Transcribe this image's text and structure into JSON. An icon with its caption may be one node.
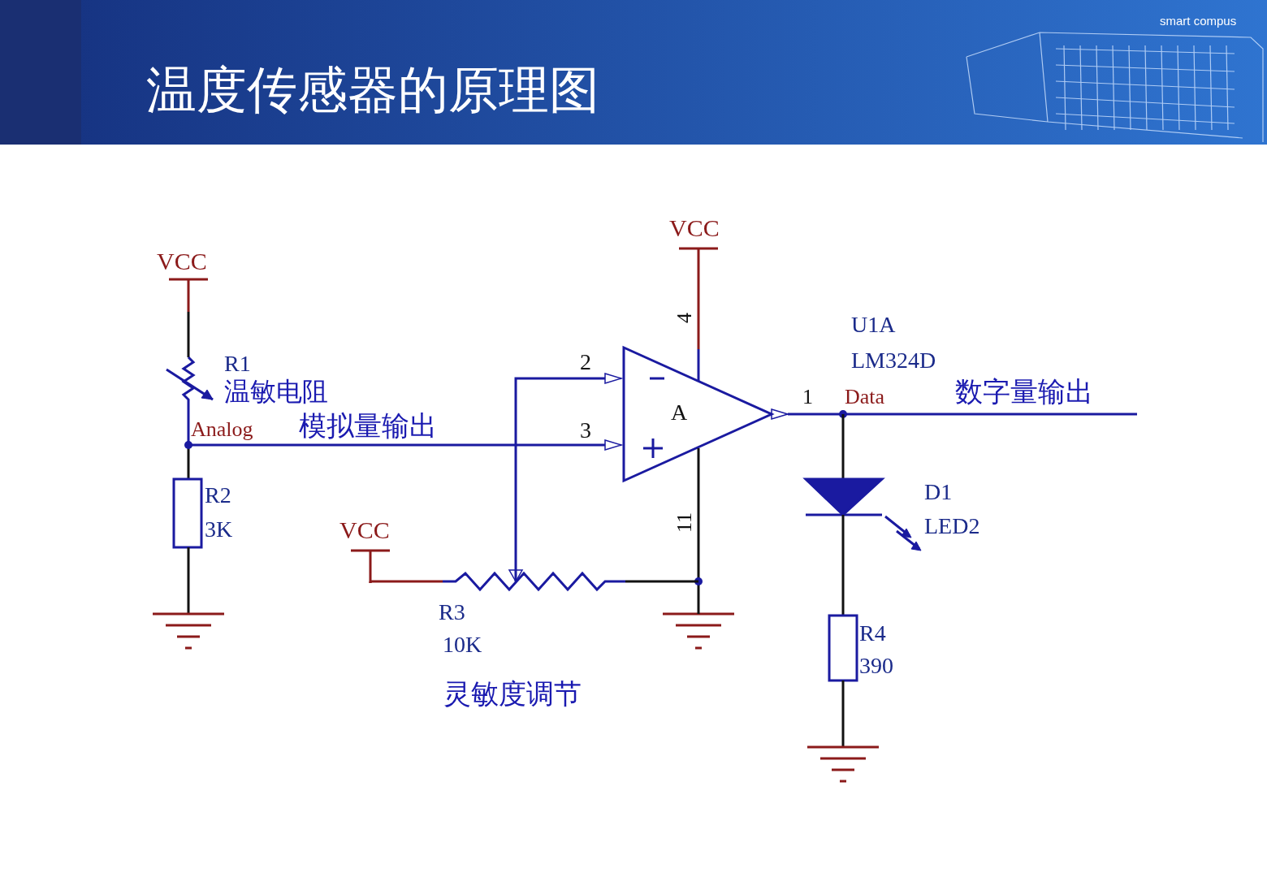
{
  "diagram": {
    "title": "温度传感器的原理图",
    "labels": [
      "smart compus",
      "VCC",
      "4",
      "U1A",
      "LM324D",
      "VCC",
      "R1",
      "温敏电阻",
      "2",
      "A",
      "1",
      "Data",
      "数字量输出",
      "Analog",
      "模拟量输出",
      "3",
      "R2",
      "3K",
      "D1",
      "LED2",
      "VCC",
      "11",
      "R3",
      "10K",
      "灵敏度调节",
      "R4",
      "390"
    ]
  }
}
